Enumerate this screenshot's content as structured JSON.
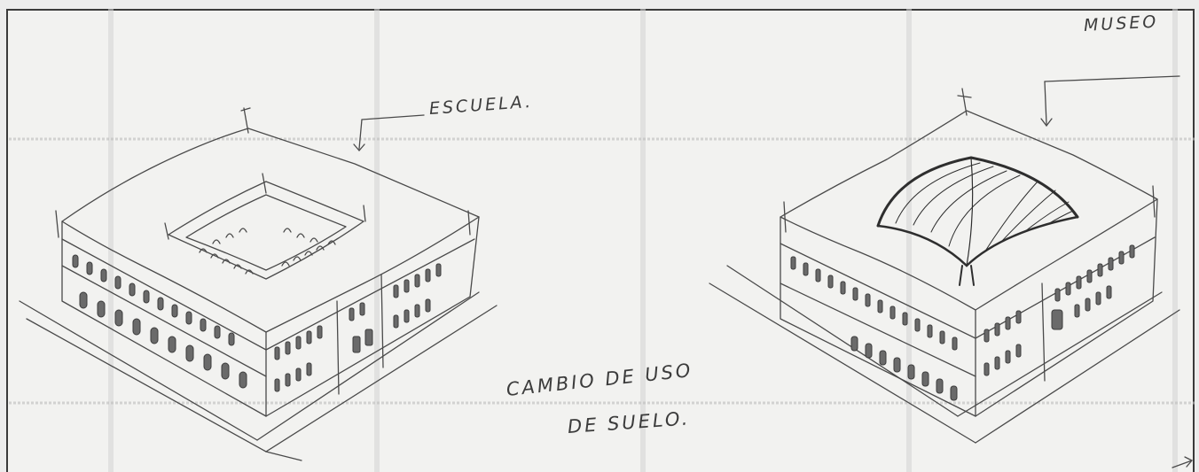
{
  "labels": {
    "school": "ESCUELA.",
    "museum": "MUSEO",
    "caption_line1": "CAMBIO DE USO",
    "caption_line2": "DE SUELO."
  },
  "colors": {
    "paper": "#f2f2f0",
    "pencil": "#4a4a4a",
    "grid_stripe": "#c8c8c8"
  }
}
